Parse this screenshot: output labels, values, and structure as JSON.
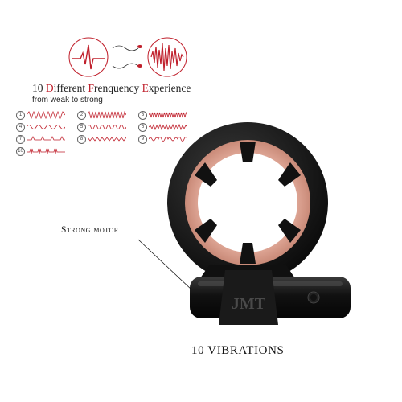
{
  "illustration": {
    "icons": [
      "heartbeat-wave-icon",
      "dense-sound-wave-icon",
      "sperm-swimmer-icon"
    ],
    "accent": "#c0202c"
  },
  "heading": {
    "pre": "10 ",
    "d": "D",
    "ifferent": "ifferent ",
    "f": "F",
    "renquency": "renquency ",
    "e": "E",
    "xperience": "xperience",
    "subtitle": "from weak to strong"
  },
  "modes": [
    {
      "num": "1"
    },
    {
      "num": "2"
    },
    {
      "num": "3"
    },
    {
      "num": "4"
    },
    {
      "num": "5"
    },
    {
      "num": "6"
    },
    {
      "num": "7"
    },
    {
      "num": "8"
    },
    {
      "num": "9"
    },
    {
      "num": "10"
    }
  ],
  "product": {
    "brand_badge": "JMT",
    "icons": [
      "ring-icon",
      "power-button-icon"
    ]
  },
  "callout": {
    "label": "Strong motor"
  },
  "footer": {
    "label": "10 VIBRATIONS"
  }
}
